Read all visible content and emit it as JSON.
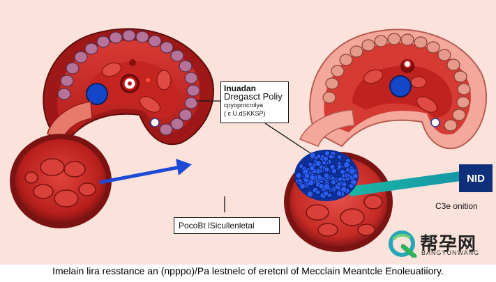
{
  "labels": {
    "policy": {
      "line1": "Inuadan",
      "line2": "Dregasct Poliy",
      "line3": "cpyoprocrolya",
      "line4": "( c U.dSKKSP)"
    },
    "possible": "PocoBt lSicullenletal",
    "nid": "NID",
    "condition": "C3e onition"
  },
  "watermark": {
    "title": "帮孕网",
    "subtitle": "BANGYUNWANG"
  },
  "caption": "Imelain lira resstance an (npppo)/Pa lestnelc of eretcnl of Mecclain Meantcle Enoleuatiiory.",
  "colors": {
    "background_panel": "#fbe3dc",
    "tissue_dark": "#c9231f",
    "tissue_light": "#e2453f",
    "cells": "#b0698f",
    "nucleus": "#1346c8",
    "clot": "#1a3fd0",
    "arrow": "#1d49d6",
    "connector": "#1fa99a",
    "nid_box": "#0e2f7a"
  }
}
